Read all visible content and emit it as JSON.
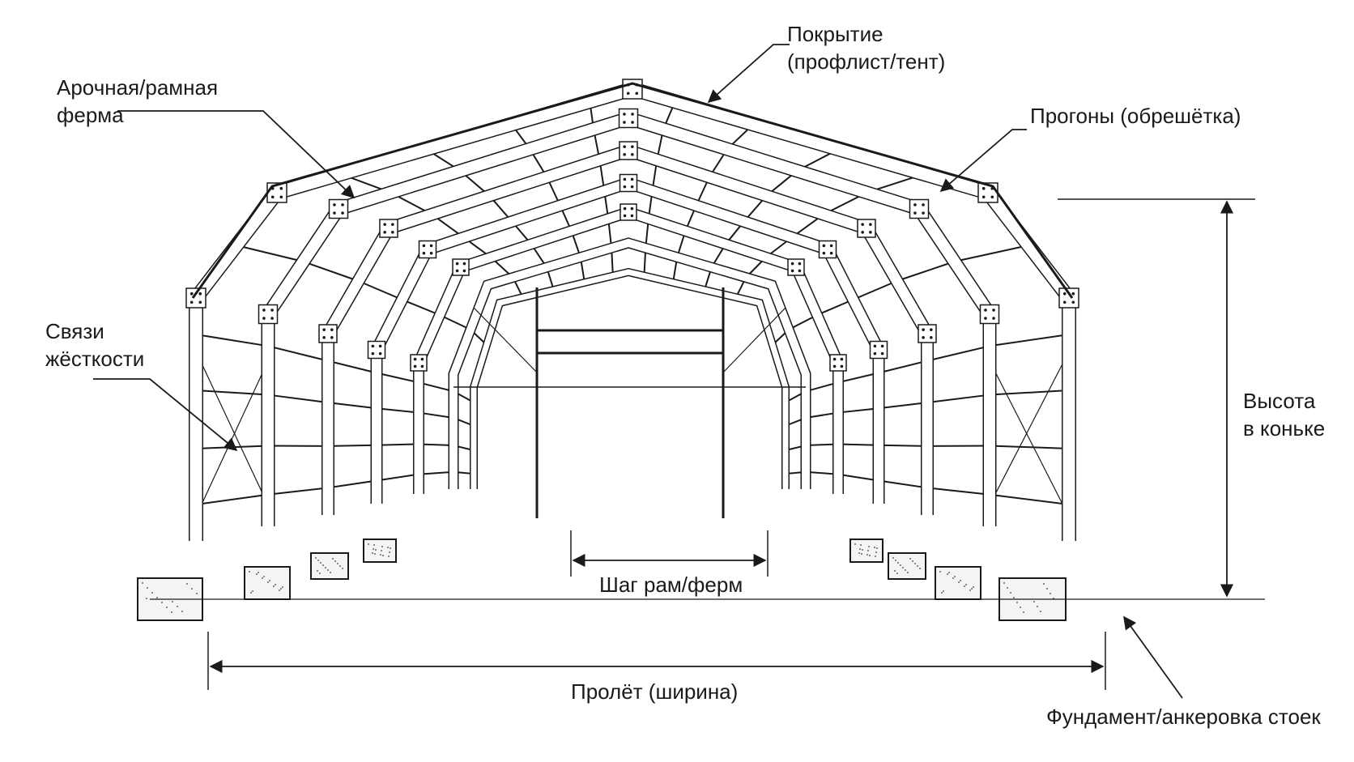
{
  "labels": {
    "cover": [
      "Покрытие",
      "(профлист/тент)"
    ],
    "truss": [
      "Арочная/рамная",
      "ферма"
    ],
    "purlins": "Прогоны (обрешётка)",
    "bracing": [
      "Связи",
      "жёсткости"
    ],
    "height": [
      "Высота",
      "в коньке"
    ],
    "frame_step": "Шаг рам/ферм",
    "span": "Пролёт (ширина)",
    "foundation": "Фундамент/анкеровка стоек"
  },
  "colors": {
    "line": "#1a1a1a",
    "fill": "#ffffff",
    "concrete": "#f4f4f4"
  }
}
